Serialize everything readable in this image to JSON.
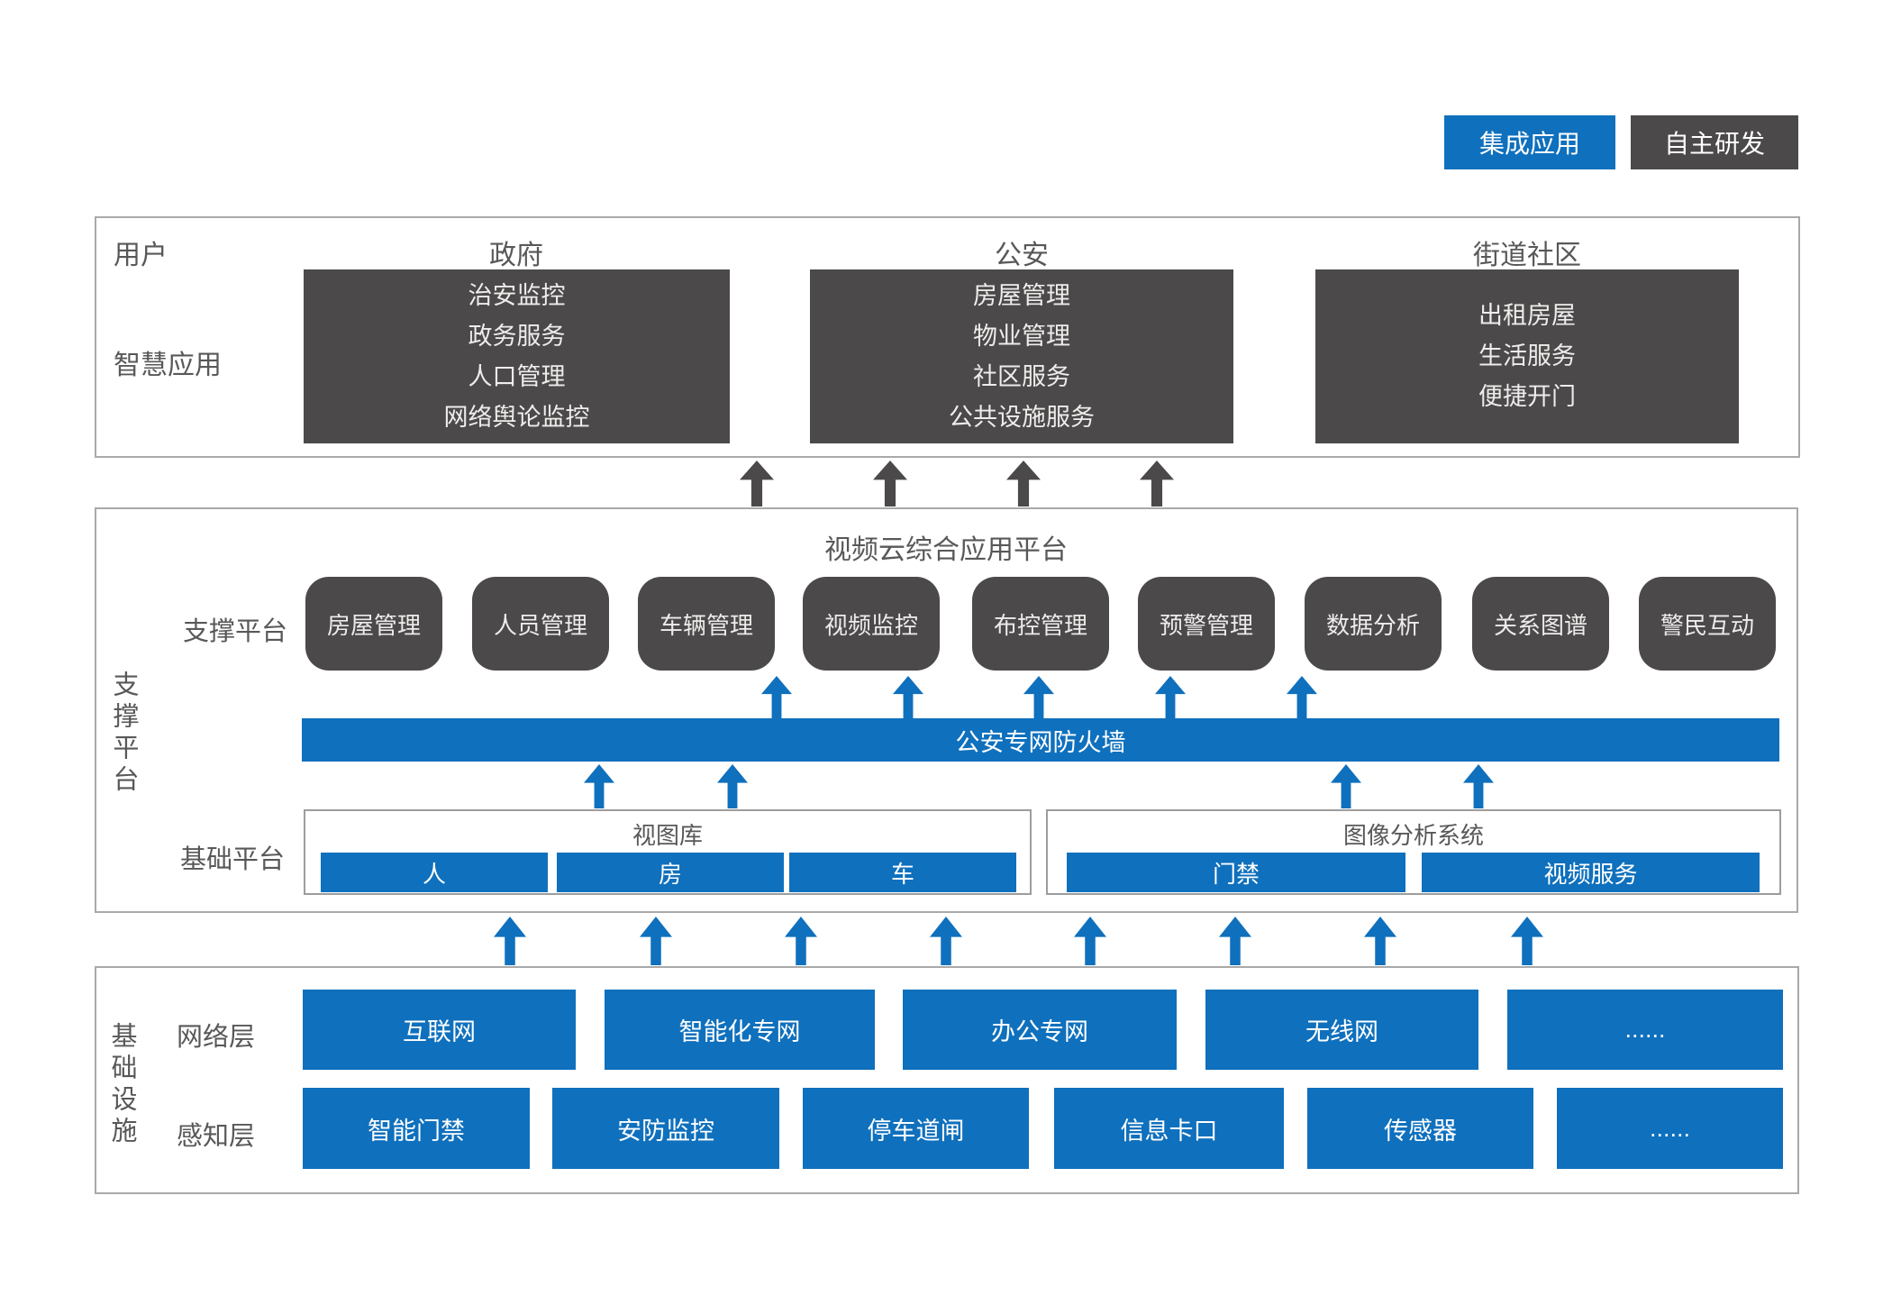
{
  "legend": {
    "integrated": "集成应用",
    "self_developed": "自主研发"
  },
  "colors": {
    "blue": "#0f70bd",
    "dark_gray": "#4b4949",
    "frame_gray": "#a9a9a9",
    "text_gray": "#585858"
  },
  "top_section": {
    "row_label_users": "用户",
    "row_label_apps": "智慧应用",
    "columns": [
      {
        "header": "政府",
        "items": [
          "治安监控",
          "政务服务",
          "人口管理",
          "网络舆论监控"
        ]
      },
      {
        "header": "公安",
        "items": [
          "房屋管理",
          "物业管理",
          "社区服务",
          "公共设施服务"
        ]
      },
      {
        "header": "街道社区",
        "items": [
          "出租房屋",
          "生活服务",
          "便捷开门"
        ]
      }
    ]
  },
  "middle_section": {
    "side_label": "支撑平台",
    "title": "视频云综合应用平台",
    "support_row_label": "支撑平台",
    "support_modules": [
      "房屋管理",
      "人员管理",
      "车辆管理",
      "视频监控",
      "布控管理",
      "预警管理",
      "数据分析",
      "关系图谱",
      "警民互动"
    ],
    "firewall": "公安专网防火墙",
    "base_row_label": "基础平台",
    "base_groups": [
      {
        "title": "视图库",
        "items": [
          "人",
          "房",
          "车"
        ]
      },
      {
        "title": "图像分析系统",
        "items": [
          "门禁",
          "视频服务"
        ]
      }
    ]
  },
  "bottom_section": {
    "side_label": "基础设施",
    "rows": [
      {
        "label": "网络层",
        "items": [
          "互联网",
          "智能化专网",
          "办公专网",
          "无线网",
          "......"
        ]
      },
      {
        "label": "感知层",
        "items": [
          "智能门禁",
          "安防监控",
          "停车道闸",
          "信息卡口",
          "传感器",
          "......"
        ]
      }
    ]
  }
}
